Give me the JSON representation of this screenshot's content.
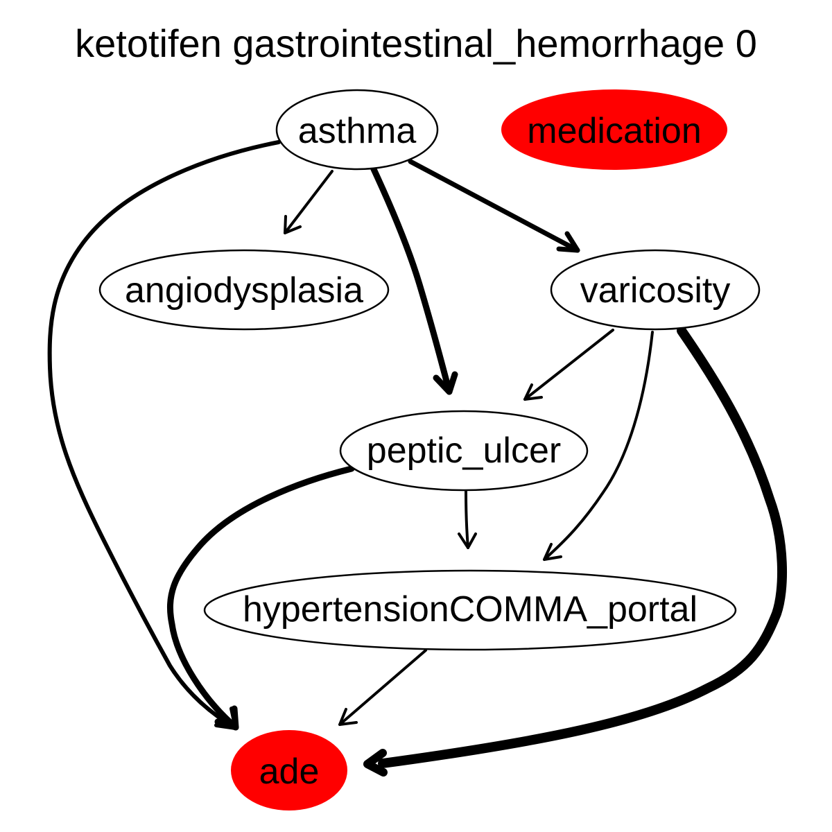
{
  "title": "ketotifen gastrointestinal_hemorrhage 0",
  "colors": {
    "highlight": "#ff0000",
    "default_fill": "#ffffff",
    "stroke": "#000000"
  },
  "nodes": {
    "asthma": {
      "label": "asthma",
      "highlighted": false
    },
    "medication": {
      "label": "medication",
      "highlighted": true
    },
    "angiodysplasia": {
      "label": "angiodysplasia",
      "highlighted": false
    },
    "varicosity": {
      "label": "varicosity",
      "highlighted": false
    },
    "peptic_ulcer": {
      "label": "peptic_ulcer",
      "highlighted": false
    },
    "hypertension_portal": {
      "label": "hypertensionCOMMA_portal",
      "highlighted": false
    },
    "ade": {
      "label": "ade",
      "highlighted": true
    }
  },
  "edges": [
    {
      "from": "asthma",
      "to": "angiodysplasia"
    },
    {
      "from": "asthma",
      "to": "peptic_ulcer"
    },
    {
      "from": "asthma",
      "to": "varicosity"
    },
    {
      "from": "asthma",
      "to": "ade"
    },
    {
      "from": "varicosity",
      "to": "peptic_ulcer"
    },
    {
      "from": "varicosity",
      "to": "hypertension_portal"
    },
    {
      "from": "varicosity",
      "to": "ade"
    },
    {
      "from": "peptic_ulcer",
      "to": "hypertension_portal"
    },
    {
      "from": "peptic_ulcer",
      "to": "ade"
    },
    {
      "from": "hypertension_portal",
      "to": "ade"
    }
  ]
}
